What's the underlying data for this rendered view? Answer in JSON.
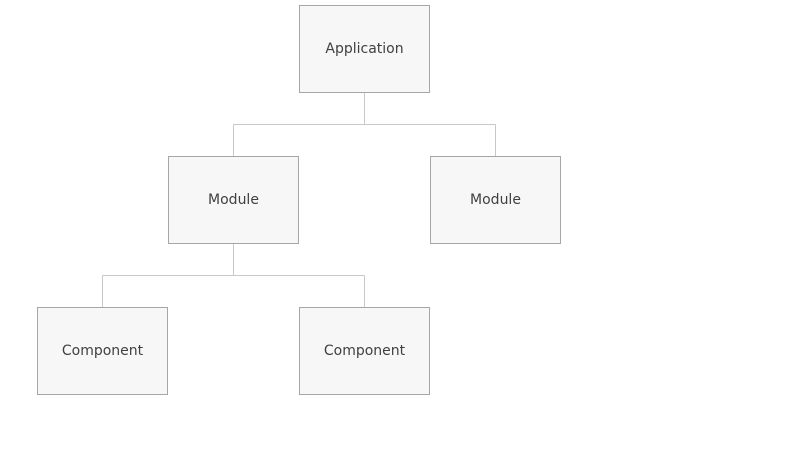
{
  "diagram": {
    "nodes": [
      {
        "id": "app",
        "label": "Application"
      },
      {
        "id": "mod-1",
        "label": "Module",
        "parent": "app"
      },
      {
        "id": "mod-2",
        "label": "Module",
        "parent": "app"
      },
      {
        "id": "comp-1",
        "label": "Component",
        "parent": "mod-1"
      },
      {
        "id": "comp-2",
        "label": "Component",
        "parent": "mod-1"
      }
    ],
    "colors": {
      "node_fill": "#f7f7f7",
      "node_border": "#a6a6a6",
      "connector": "#c8c8c8",
      "text": "#404040"
    }
  }
}
